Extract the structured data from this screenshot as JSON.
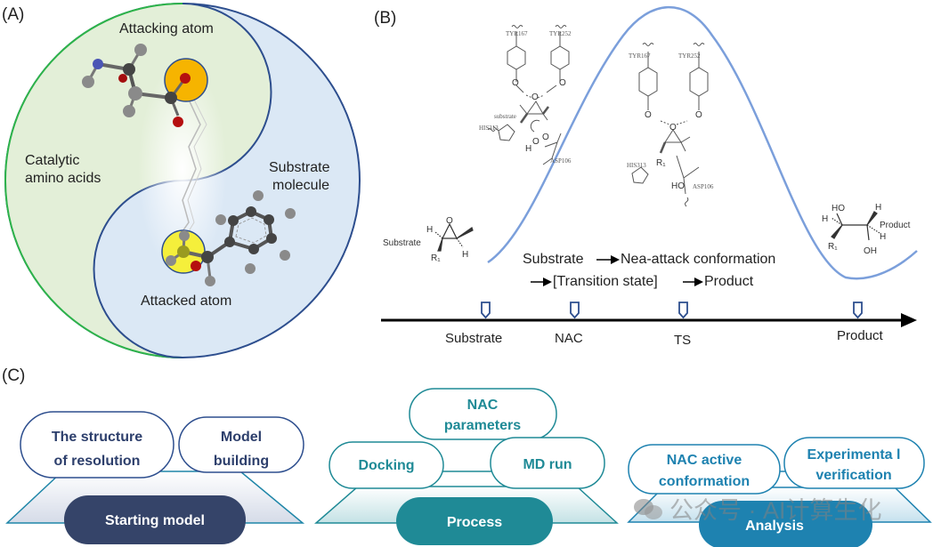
{
  "panels": {
    "a": {
      "label": "(A)",
      "attacking_atom": "Attacking atom",
      "catalytic_line1": "Catalytic",
      "catalytic_line2": "amino acids",
      "substrate_line1": "Substrate",
      "substrate_line2": "molecule",
      "attacked_atom": "Attacked atom",
      "colors": {
        "green_region": "#e3efd8",
        "green_border": "#2db34a",
        "blue_region": "#dbe8f5",
        "blue_border": "#2d4e8e",
        "attacking_circle": "#f6b400",
        "attacked_circle": "#f5ef3b"
      }
    },
    "b": {
      "label": "(B)",
      "residues": {
        "tyr167": "TYR167",
        "tyr252": "TYR252",
        "his313": "HIS313",
        "asp106": "ASP106",
        "substrate_small": "substrate"
      },
      "substrate_label": "Substrate",
      "product_label": "Product",
      "reaction_line1_a": "Substrate",
      "reaction_line1_b": "Nea-attack conformation",
      "reaction_line2_a": "[Transition state]",
      "reaction_line2_b": "Product",
      "axis_labels": [
        "Substrate",
        "NAC",
        "TS",
        "Product"
      ],
      "curve_color": "#7b9fdb"
    },
    "c": {
      "label": "(C)",
      "groups": [
        {
          "base": "Starting model",
          "pills": [
            [
              "The structure",
              "of resolution"
            ],
            [
              "Model",
              "building"
            ]
          ],
          "color": "#354469"
        },
        {
          "base": "Process",
          "pills": [
            [
              "NAC",
              "parameters"
            ],
            [
              "Docking"
            ],
            [
              "MD run"
            ]
          ],
          "color": "#1f8a96"
        },
        {
          "base": "Analysis",
          "pills": [
            [
              "NAC active",
              "conformation"
            ],
            [
              "Experimenta l",
              "verification"
            ]
          ],
          "color": "#1e82b0"
        }
      ]
    }
  },
  "watermark": "公众号 · AI计算生化"
}
